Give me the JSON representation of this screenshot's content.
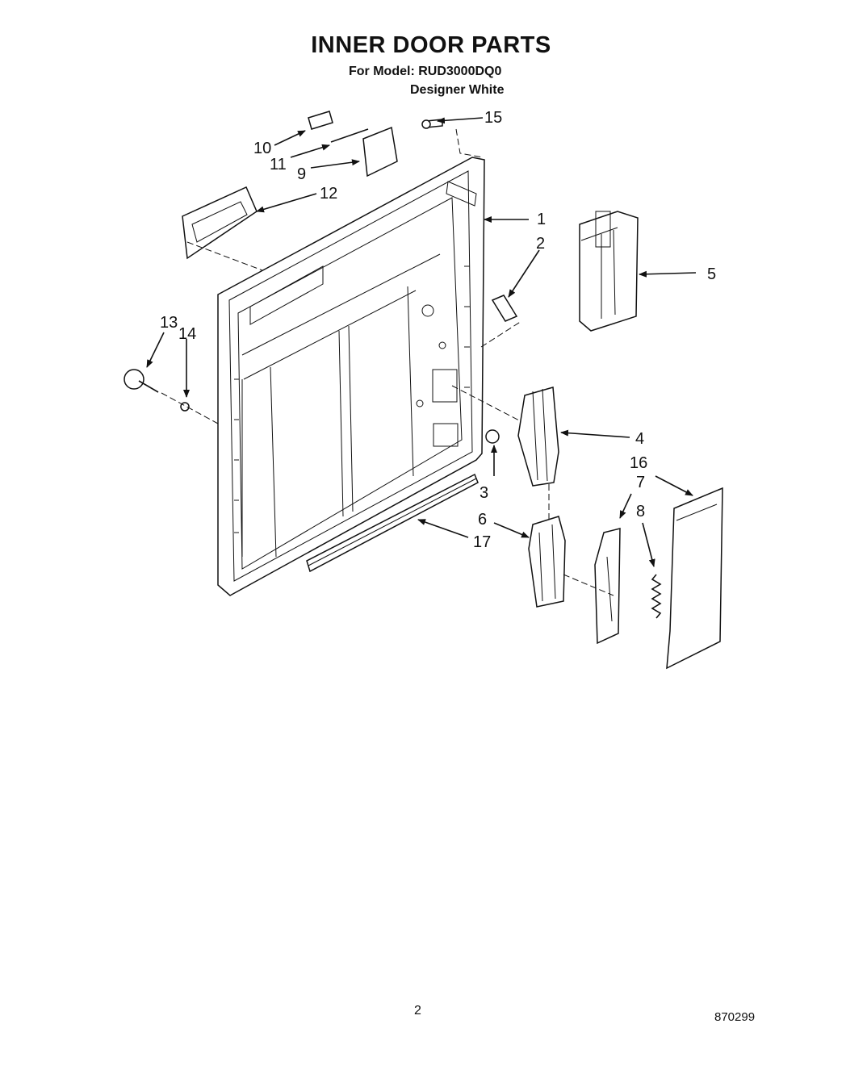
{
  "header": {
    "title": "INNER DOOR PARTS",
    "model_line": "For Model: RUD3000DQ0",
    "variant_line": "Designer White"
  },
  "callouts": [
    "1",
    "2",
    "3",
    "4",
    "5",
    "6",
    "7",
    "8",
    "9",
    "10",
    "11",
    "12",
    "13",
    "14",
    "15",
    "16",
    "17"
  ],
  "footer": {
    "page_number": "2",
    "document_number": "870299"
  }
}
